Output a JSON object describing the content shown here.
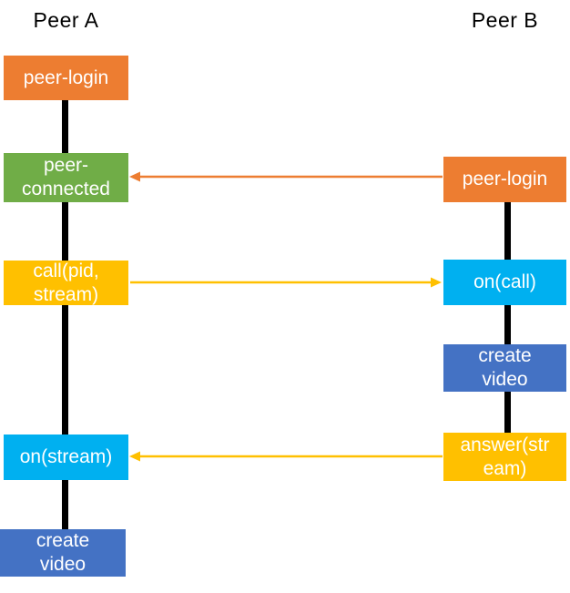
{
  "colors": {
    "orange": "#ED7D31",
    "green": "#70AD47",
    "yellow": "#FFC000",
    "cyan": "#00B0F0",
    "blue": "#4472C4",
    "lifeline": "#000000",
    "box_text": "#FFFFFF",
    "title_text": "#000000"
  },
  "peer_a": {
    "title": "Peer A",
    "steps": [
      {
        "label": "peer-login",
        "color": "#ED7D31"
      },
      {
        "label": "peer-\nconnected",
        "color": "#70AD47"
      },
      {
        "label": "call(pid,\nstream)",
        "color": "#FFC000"
      },
      {
        "label": "on(stream)",
        "color": "#00B0F0"
      },
      {
        "label": "create\nvideo",
        "color": "#4472C4"
      }
    ]
  },
  "peer_b": {
    "title": "Peer B",
    "steps": [
      {
        "label": "peer-login",
        "color": "#ED7D31"
      },
      {
        "label": "on(call)",
        "color": "#00B0F0"
      },
      {
        "label": "create\nvideo",
        "color": "#4472C4"
      },
      {
        "label": "answer(str\neam)",
        "color": "#FFC000"
      }
    ]
  },
  "arrows": [
    {
      "from": "Peer B peer-login",
      "to": "Peer A peer-connected",
      "direction": "left",
      "color": "#ED7D31"
    },
    {
      "from": "Peer A call(pid, stream)",
      "to": "Peer B on(call)",
      "direction": "right",
      "color": "#FFC000"
    },
    {
      "from": "Peer B answer(stream)",
      "to": "Peer A on(stream)",
      "direction": "left",
      "color": "#FFC000"
    }
  ]
}
